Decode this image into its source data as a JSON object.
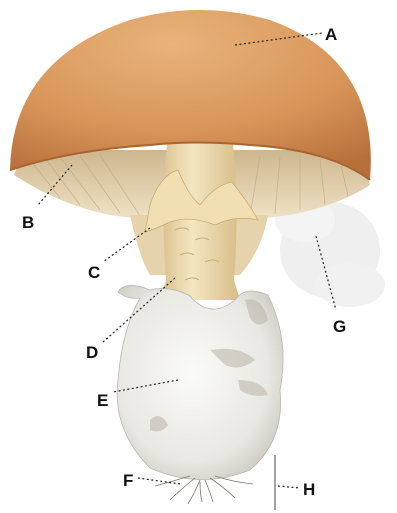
{
  "labels": {
    "a": "A",
    "b": "B",
    "c": "C",
    "d": "D",
    "e": "E",
    "f": "F",
    "g": "G",
    "h": "H"
  },
  "colors": {
    "cap_top": "#e0a366",
    "cap_edge": "#c57a3c",
    "gills": "#eadbbd",
    "stem": "#efdcae",
    "ring": "#e7d3a3",
    "volva": "#ecebe6",
    "spores": "#d8d8d8",
    "label": "#111111"
  }
}
